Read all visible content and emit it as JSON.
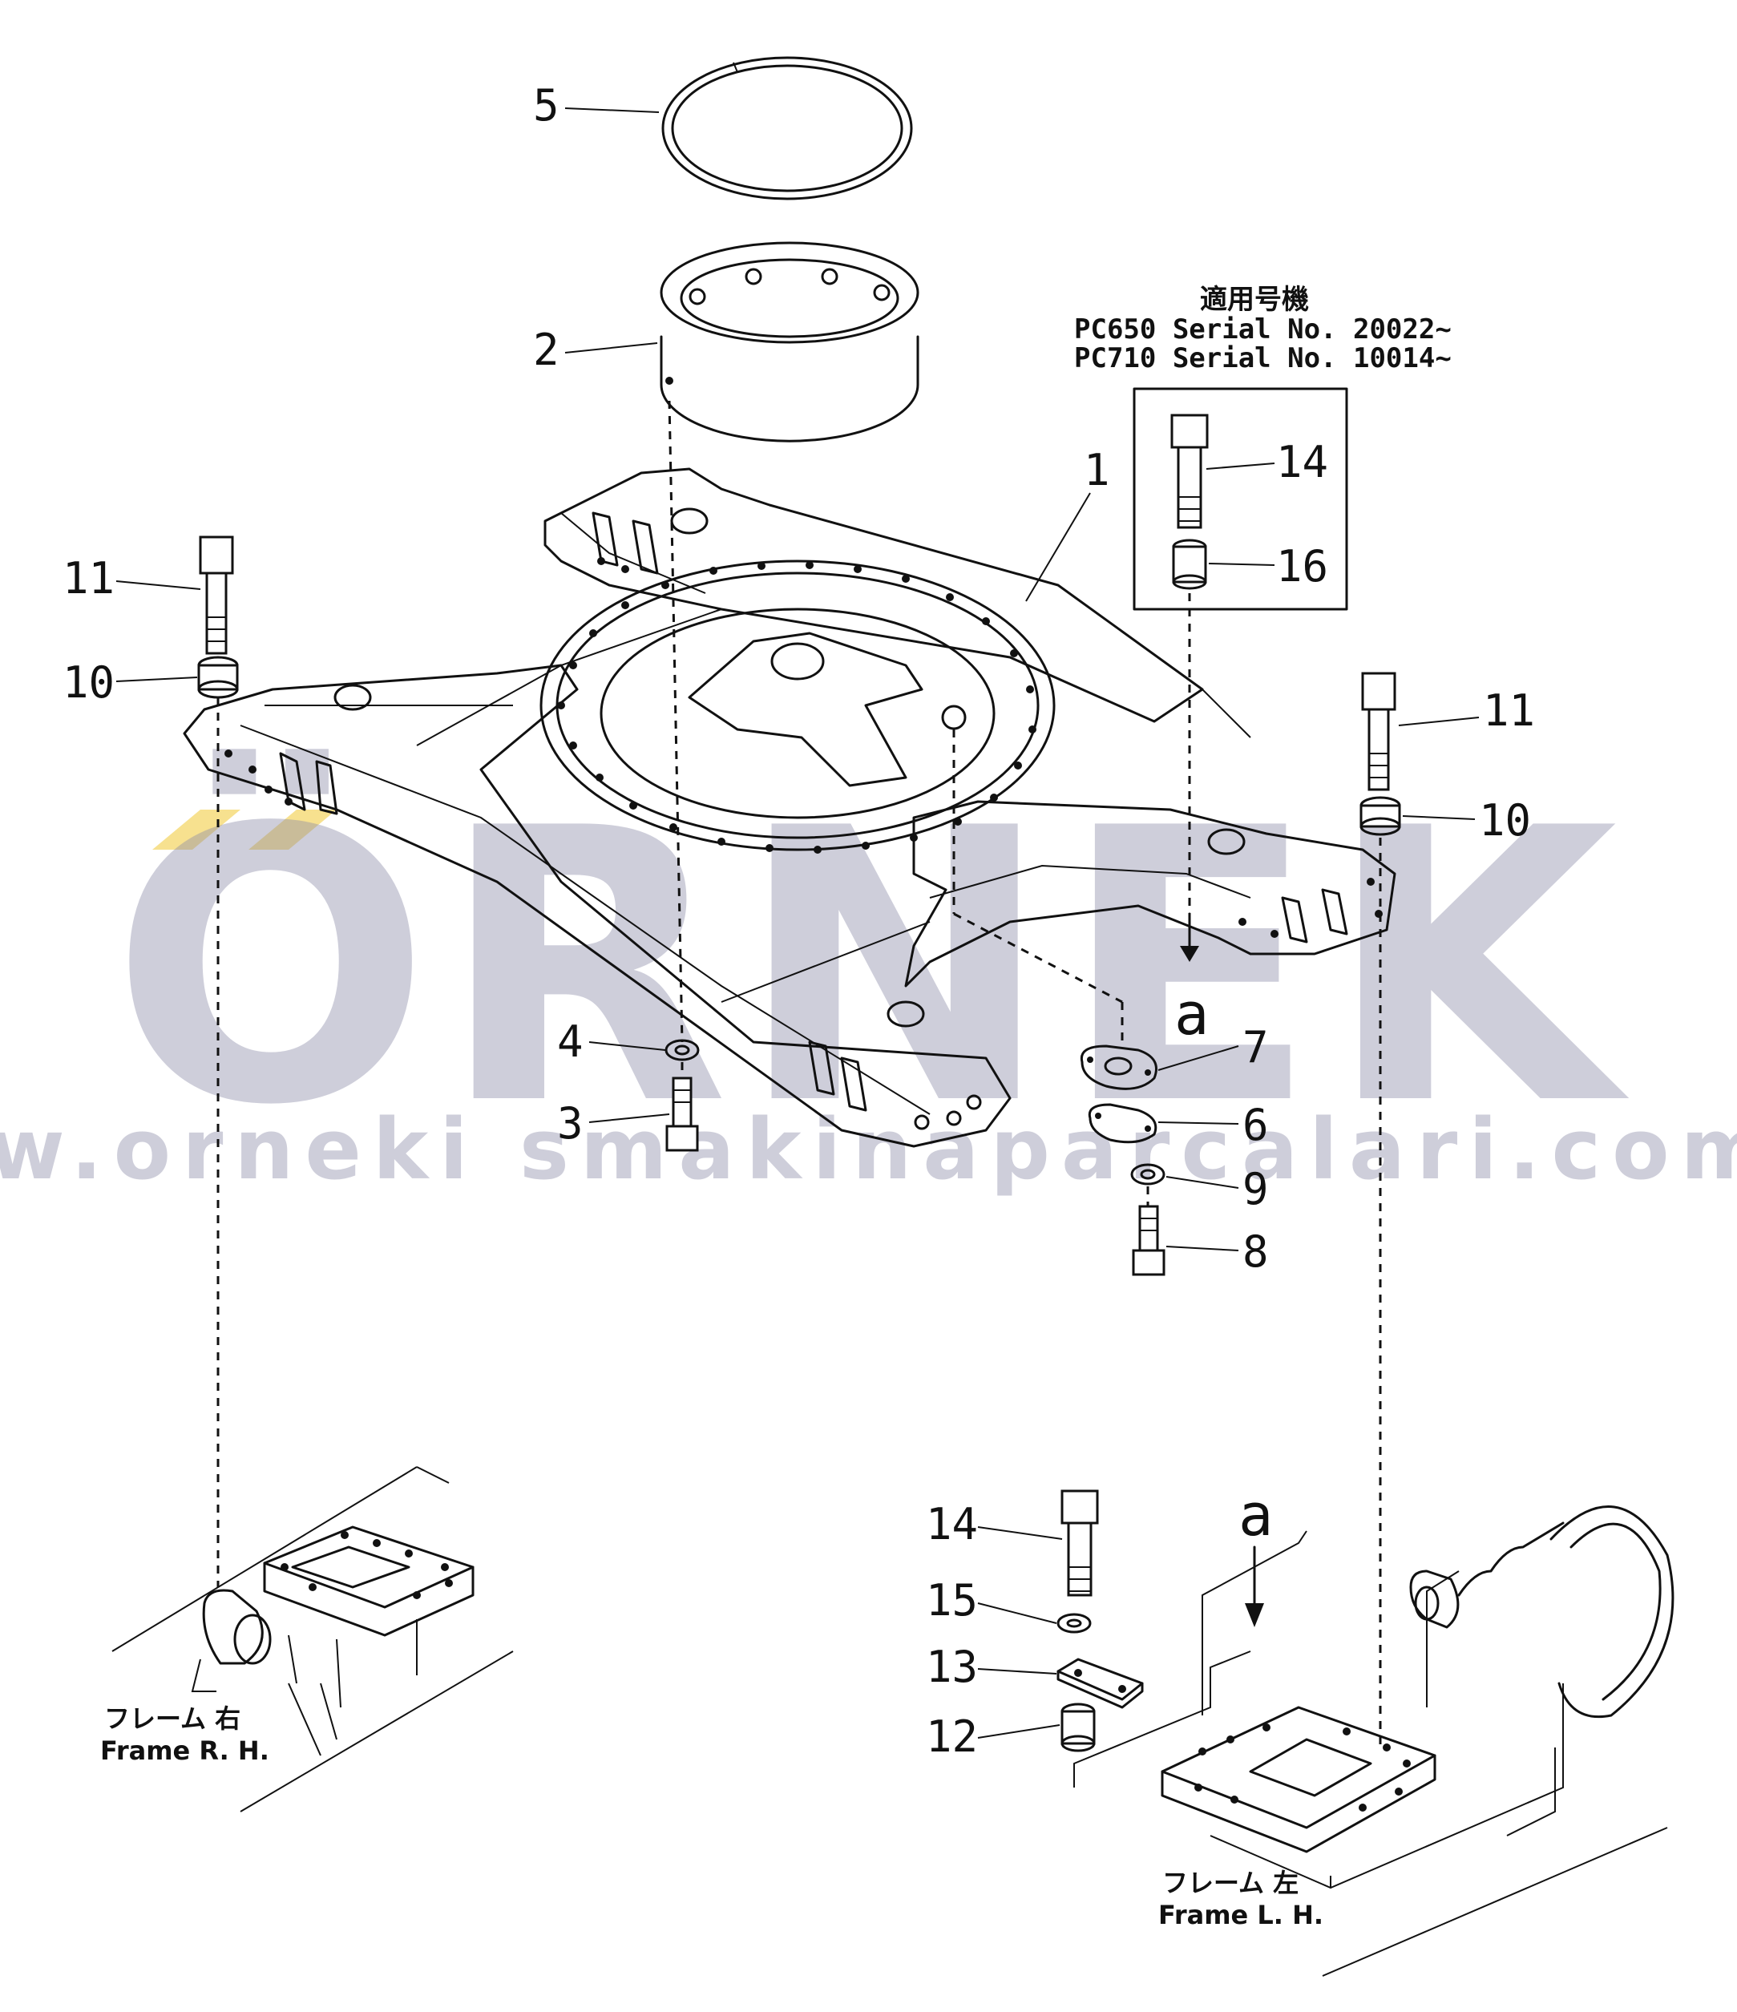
{
  "watermark": {
    "brand": "ÖRNEK",
    "url": "www.orneki smakinaparcalari.com.tr"
  },
  "applicability": {
    "heading_jp": "適用号機",
    "lines": [
      "PC650  Serial  No.  20022~",
      "PC710  Serial  No.  10014~"
    ]
  },
  "callouts": {
    "p1": "1",
    "p2": "2",
    "p3": "3",
    "p4": "4",
    "p5": "5",
    "p6": "6",
    "p7": "7",
    "p8": "8",
    "p9": "9",
    "p10_left": "10",
    "p10_right": "10",
    "p11_left": "11",
    "p11_right": "11",
    "p12": "12",
    "p13": "13",
    "p14_box": "14",
    "p14_detail": "14",
    "p15": "15",
    "p16": "16",
    "a_view": "a",
    "a_detail": "a"
  },
  "frames": {
    "rh": {
      "jp": "フレーム  右",
      "en": "Frame  R. H."
    },
    "lh": {
      "jp": "フレーム  左",
      "en": "Frame  L. H."
    }
  }
}
